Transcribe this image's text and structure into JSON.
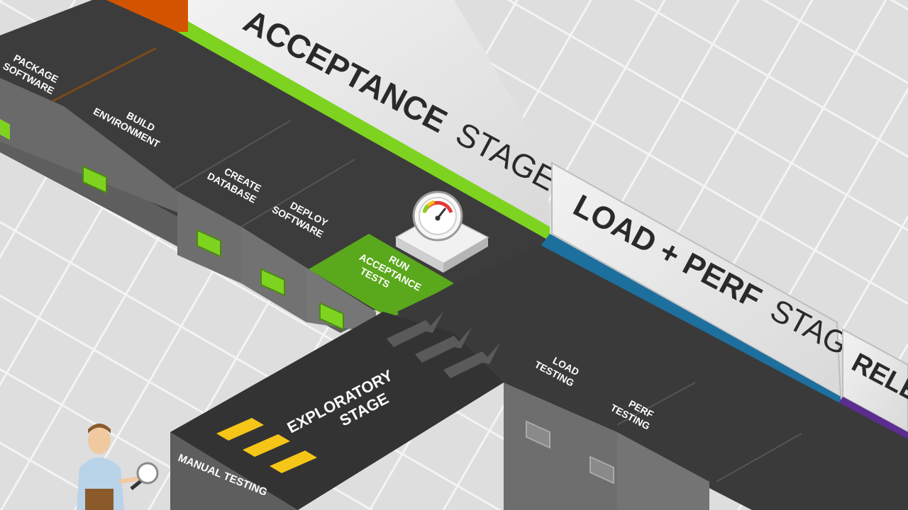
{
  "stages": {
    "acceptance": {
      "title_bold": "ACCEPTANCE",
      "title_light": "STAGE",
      "accent": "#7ed321"
    },
    "load_perf": {
      "title_bold": "LOAD + PERF",
      "title_light": "STAGE",
      "accent": "#1d6f9e"
    },
    "release": {
      "title_bold": "RELEA",
      "accent": "#5b2d91"
    },
    "exploratory": {
      "title_line1": "EXPLORATORY",
      "title_line2": "STAGE"
    }
  },
  "steps": {
    "package_software": [
      "PACKAGE",
      "SOFTWARE"
    ],
    "build_environment": [
      "BUILD",
      "ENVIRONMENT"
    ],
    "create_database": [
      "CREATE",
      "DATABASE"
    ],
    "deploy_software": [
      "DEPLOY",
      "SOFTWARE"
    ],
    "run_acceptance_tests": [
      "RUN",
      "ACCEPTANCE",
      "TESTS"
    ],
    "load_testing": [
      "LOAD",
      "TESTING"
    ],
    "perf_testing": [
      "PERF",
      "TESTING"
    ],
    "manual_testing": "MANUAL TESTING"
  },
  "icons": {
    "server": "performance-gauge-server-icon",
    "person": "tester-with-magnifier-icon"
  },
  "colors": {
    "track": "#3a3a3a",
    "track_side": "#5e5e5e",
    "status_green": "#7ed321",
    "highlight_green": "#5aa81c",
    "indicator_yellow": "#f5c518",
    "panel": "#e9e9e9",
    "orange": "#d35400"
  }
}
